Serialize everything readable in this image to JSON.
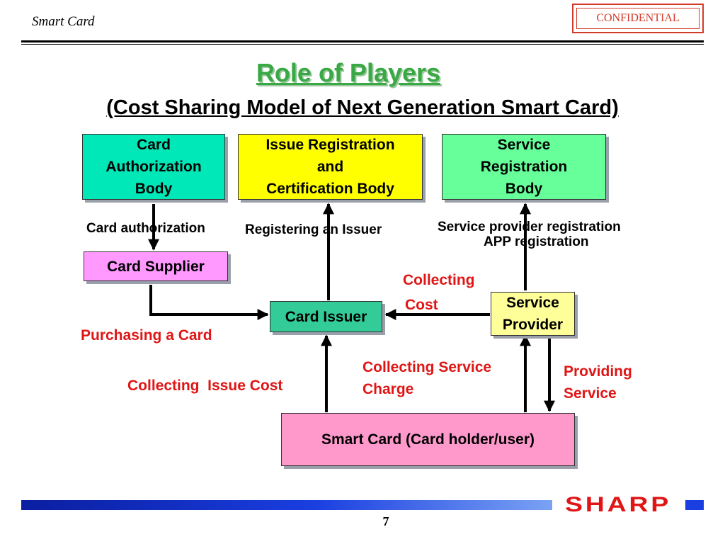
{
  "header": {
    "title": "Smart Card",
    "confidential": "CONFIDENTIAL"
  },
  "title": "Role of Players",
  "subtitle": "(Cost Sharing Model of Next Generation Smart Card)",
  "boxes": {
    "card_authorization_body": "Card\nAuthorization\nBody",
    "issue_registration_body": "Issue Registration\nand\nCertification Body",
    "service_registration_body": "Service\nRegistration\nBody",
    "card_supplier": "Card Supplier",
    "card_issuer": "Card Issuer",
    "service_provider": "Service\nProvider",
    "smart_card": "Smart Card (Card holder/user)"
  },
  "labels": {
    "card_authorization": "Card authorization",
    "registering_issuer": "Registering an Issuer",
    "service_provider_registration": "Service provider registration",
    "app_registration": "APP registration",
    "collecting": "Collecting",
    "cost": "Cost",
    "purchasing_card": "Purchasing a Card",
    "collecting_service_charge_1": "Collecting Service",
    "collecting_service_charge_2": "Charge",
    "providing": "Providing",
    "service": "Service",
    "collecting_issue_cost": "Collecting  Issue Cost"
  },
  "colors": {
    "cyan_box": "#00e8b8",
    "yellow_box": "#ffff00",
    "green_box": "#66ff99",
    "pink_box": "#ff99ff",
    "teal_box": "#33cc99",
    "cream_box": "#ffff99",
    "rose_box": "#ff99cc",
    "title_green": "#3aa845",
    "label_red": "#e01515"
  },
  "icons": {
    "logo": "sharp-logo"
  },
  "footer": {
    "logo_text": "SHARP",
    "page_number": "7"
  }
}
